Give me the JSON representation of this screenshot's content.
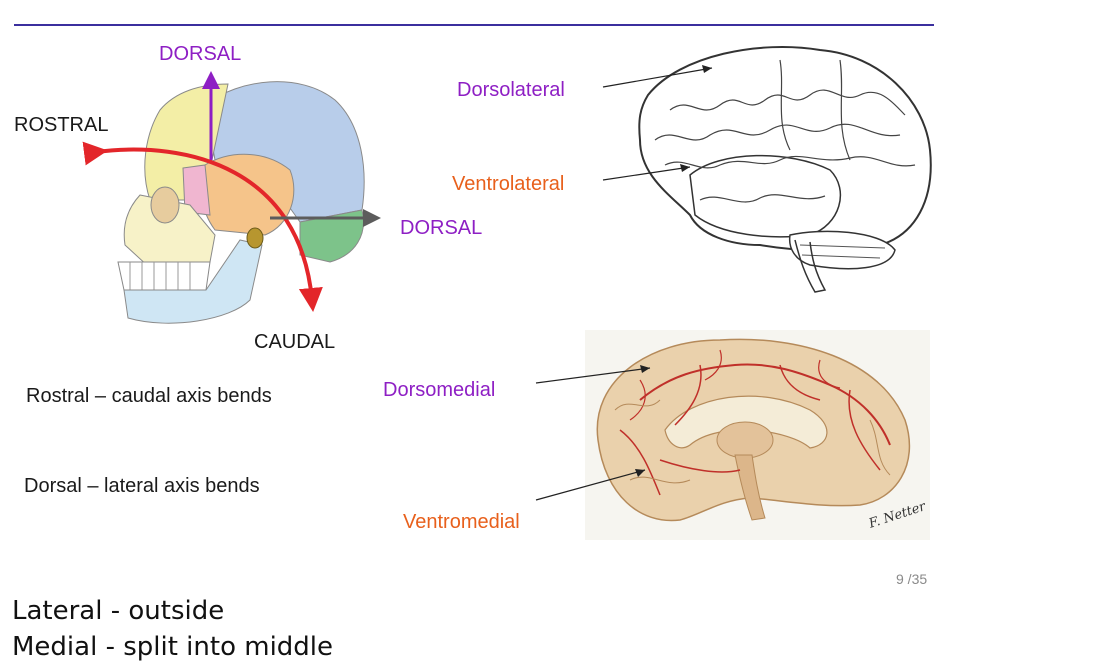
{
  "slide": {
    "skull_labels": {
      "dorsal_top": "DORSAL",
      "rostral": "ROSTRAL",
      "dorsal_right": "DORSAL",
      "caudal": "CAUDAL"
    },
    "captions": {
      "rostral_caudal": "Rostral – caudal axis bends",
      "dorsal_lateral": "Dorsal – lateral axis bends"
    },
    "brain_labels": {
      "dorsolateral": "Dorsolateral",
      "ventrolateral": "Ventrolateral",
      "dorsomedial": "Dorsomedial",
      "ventromedial": "Ventromedial"
    },
    "page": "9 /35",
    "signature": "F. Netter"
  },
  "notes": {
    "line1": "Lateral - outside",
    "line2": "Medial - split into middle"
  },
  "colors": {
    "rule": "#3b2f9e",
    "purple_label": "#8e1fc4",
    "orange_label": "#e8601c",
    "red_arrow": "#e3262a",
    "purple_arrow": "#8e1fc4",
    "gray_arrow": "#5c5c5c"
  }
}
